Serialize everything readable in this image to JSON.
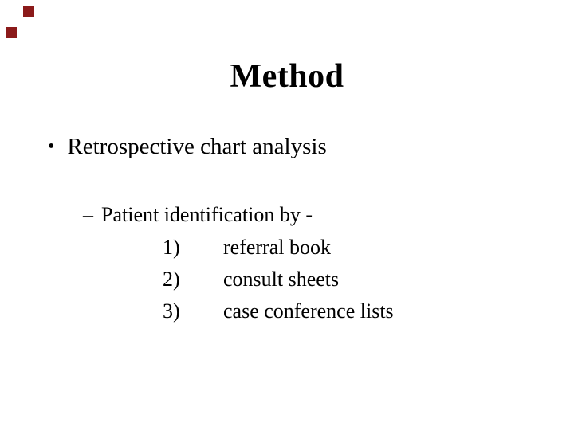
{
  "slide": {
    "accent_color": "#8B1A1A",
    "title": "Method",
    "bullet_marker": "•",
    "bullet_text": "Retrospective chart analysis",
    "sub_bullet_marker": "–",
    "sub_bullet_text": "Patient identification by -",
    "numbered_items": [
      {
        "num": "1)",
        "text": "referral book"
      },
      {
        "num": "2)",
        "text": "consult sheets"
      },
      {
        "num": "3)",
        "text": "case conference lists"
      }
    ]
  }
}
